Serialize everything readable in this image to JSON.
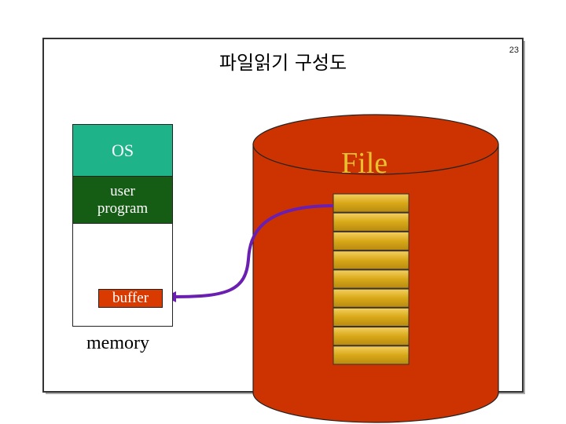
{
  "page_number": "23",
  "title": "파일읽기 구성도",
  "memory": {
    "os_label": "OS",
    "user_program_line1": "user",
    "user_program_line2": "program",
    "buffer_label": "buffer",
    "caption": "memory"
  },
  "file": {
    "label": "File",
    "record_count": 9
  },
  "colors": {
    "os_segment": "#1fb38a",
    "user_segment": "#155c15",
    "buffer": "#d83a00",
    "cylinder": "#cc3300",
    "record": "#e0b020",
    "arrow": "#6a1fb0",
    "file_label": "#e8c030"
  }
}
